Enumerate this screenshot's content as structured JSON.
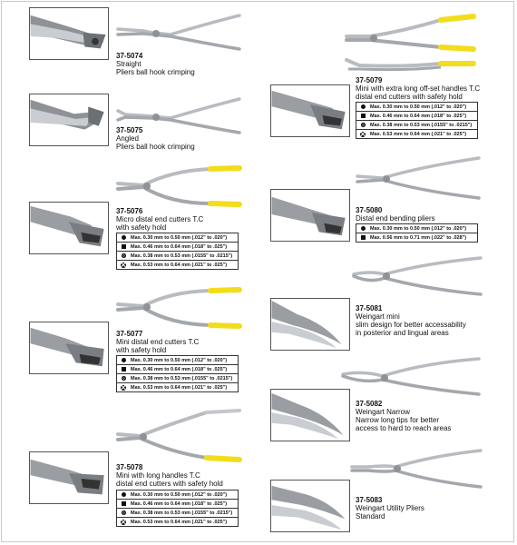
{
  "colors": {
    "handle_tip": "#f2dc1c",
    "steel": "#b8bcc0",
    "border": "#555555"
  },
  "spec_icons": [
    "filled-circle-icon",
    "filled-square-icon",
    "crossed-circle-icon",
    "filled-crossed-circle-icon"
  ],
  "products": [
    {
      "code": "37-5074",
      "lines": [
        "Straight",
        "Pliers ball hook crimping"
      ]
    },
    {
      "code": "37-5075",
      "lines": [
        "Angled",
        "Pliers ball hook crimping"
      ]
    },
    {
      "code": "37-5076",
      "lines": [
        "Micro distal end cutters T.C",
        "with safety hold"
      ],
      "specs": [
        "Max. 0.30 mm to 0.50 mm (.012\" to .020\")",
        "Max. 0.46 mm to 0.64 mm (.018\" to .025\")",
        "Max. 0.38 mm to 0.53 mm (.0155\" to .0215\")",
        "Max. 0.53 mm to 0.64 mm (.021\" to .025\")"
      ]
    },
    {
      "code": "37-5077",
      "lines": [
        "Mini distal end cutters T.C",
        "with safety hold"
      ],
      "specs": [
        "Max. 0.30 mm to 0.50 mm (.012\" to .020\")",
        "Max. 0.46 mm to 0.64 mm (.018\" to .025\")",
        "Max. 0.38 mm to 0.53 mm (.0155\" to .0215\")",
        "Max. 0.53 mm to 0.64 mm (.021\" to .025\")"
      ]
    },
    {
      "code": "37-5078",
      "lines": [
        "Mini with long handles T.C",
        "distal end cutters with safety hold"
      ],
      "specs": [
        "Max. 0.30 mm to 0.50 mm (.012\" to .020\")",
        "Max. 0.46 mm to 0.64 mm (.018\" to .025\")",
        "Max. 0.38 mm to 0.53 mm (.0155\" to .0215\")",
        "Max. 0.53 mm to 0.64 mm (.021\" to .025\")"
      ]
    },
    {
      "code": "37-5079",
      "lines": [
        "Mini with extra long off-set handles T.C",
        "distal end cutters with safety hold"
      ],
      "specs": [
        "Max. 0.30 mm to 0.50 mm (.012\" to .020\")",
        "Max. 0.46 mm to 0.64 mm (.018\" to .025\")",
        "Max. 0.38 mm to 0.53 mm (.0155\" to .0215\")",
        "Max. 0.53 mm to 0.64 mm (.021\" to .025\")"
      ]
    },
    {
      "code": "37-5080",
      "lines": [
        "Distal end bending pliers"
      ],
      "specs": [
        "Max. 0.30 mm to 0.50 mm (.012\" to .020\")",
        "Max. 0.56 mm to 0.71 mm (.022\" to .028\")"
      ]
    },
    {
      "code": "37-5081",
      "lines": [
        "Weingart mini",
        "slim design for better accessability",
        "in posterior and lingual areas"
      ]
    },
    {
      "code": "37-5082",
      "lines": [
        "Weingart Narrow",
        "Narrow long tips for better",
        "access to hard to reach areas"
      ]
    },
    {
      "code": "37-5083",
      "lines": [
        "Weingart Utility Pliers",
        "Standard"
      ]
    }
  ]
}
